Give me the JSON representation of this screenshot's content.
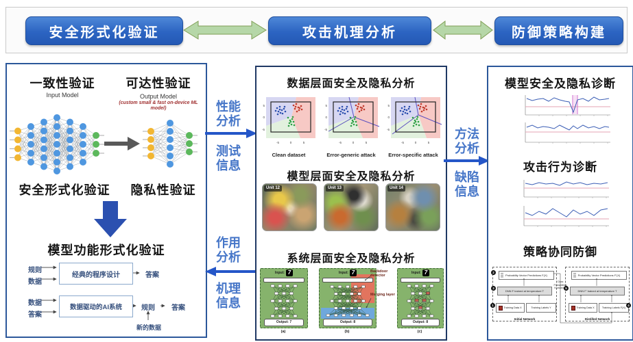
{
  "banner": {
    "box1": "安全形式化验证",
    "box2": "攻击机理分析",
    "box3": "防御策略构建"
  },
  "left": {
    "consistency": "一致性验证",
    "reachability": "可达性验证",
    "input_model": "Input Model",
    "output_model": "Output Model",
    "model_note": "(custom small & fast on-device ML model)",
    "security": "安全形式化验证",
    "privacy": "隐私性验证",
    "model_func": "模型功能形式化验证",
    "flow": {
      "rule": "规则",
      "data": "数据",
      "classic": "经典的程序设计",
      "answer": "答案",
      "data2": "数据",
      "answer2": "答案",
      "ai": "数据驱动的AI系统",
      "rule2": "规则",
      "answer3": "答案",
      "new_data": "新的数据"
    },
    "big_nn": {
      "w": 138,
      "h": 102,
      "pad": 12,
      "gap": 13,
      "r": 5,
      "stubs": true,
      "edge": "#9aa0a6",
      "layers": [
        {
          "n": 4,
          "c": "#f2b632"
        },
        {
          "n": 5,
          "c": "#4f97e0"
        },
        {
          "n": 6,
          "c": "#4f97e0"
        },
        {
          "n": 7,
          "c": "#4f97e0"
        },
        {
          "n": 6,
          "c": "#4f97e0"
        },
        {
          "n": 5,
          "c": "#4f97e0"
        },
        {
          "n": 3,
          "c": "#5cb85c"
        }
      ]
    },
    "small_nn": {
      "w": 88,
      "h": 84,
      "pad": 16,
      "gap": 12,
      "r": 5,
      "stubs": true,
      "edge": "#9aa0a6",
      "layers": [
        {
          "n": 4,
          "c": "#f2b632"
        },
        {
          "n": 6,
          "c": "#4f97e0"
        },
        {
          "n": 3,
          "c": "#5cb85c"
        }
      ]
    }
  },
  "conn_lm": {
    "perf1": "性能",
    "perf2": "分析",
    "test1": "测试",
    "test2": "信息",
    "effect1": "作用",
    "effect2": "分析",
    "mech1": "机理",
    "mech2": "信息"
  },
  "conn_mr": {
    "method1": "方法",
    "method2": "分析",
    "defect1": "缺陷",
    "defect2": "信息"
  },
  "middle": {
    "h_data": "数据层面安全及隐私分析",
    "scatter": {
      "captions": [
        "Clean dataset",
        "Error-generic attack",
        "Error-specific attack"
      ],
      "yticks": [
        "5",
        "0",
        "-5"
      ],
      "xticks": [
        "-5",
        "0",
        "5"
      ],
      "r": 1.3,
      "groups": [
        {
          "color": "#2a4fae",
          "pts": [
            [
              26,
              18
            ],
            [
              30,
              16
            ],
            [
              33,
              21
            ],
            [
              28,
              23
            ],
            [
              31,
              25
            ],
            [
              36,
              19
            ],
            [
              38,
              23
            ],
            [
              27,
              27
            ],
            [
              34,
              26
            ],
            [
              30,
              20
            ],
            [
              24,
              22
            ],
            [
              37,
              16
            ]
          ]
        },
        {
          "color": "#c0392b",
          "pts": [
            [
              50,
              14
            ],
            [
              54,
              12
            ],
            [
              57,
              17
            ],
            [
              52,
              19
            ],
            [
              58,
              21
            ],
            [
              61,
              15
            ],
            [
              55,
              23
            ],
            [
              59,
              18
            ],
            [
              53,
              16
            ],
            [
              62,
              20
            ]
          ]
        },
        {
          "color": "#2e9e44",
          "pts": [
            [
              42,
              32
            ],
            [
              45,
              36
            ],
            [
              48,
              34
            ],
            [
              44,
              40
            ],
            [
              47,
              42
            ],
            [
              50,
              38
            ],
            [
              43,
              44
            ],
            [
              49,
              31
            ],
            [
              46,
              38
            ],
            [
              51,
              43
            ]
          ]
        }
      ]
    },
    "h_model": "模型层面安全及隐私分析",
    "units": [
      "Unit 12",
      "Unit 13",
      "Unit 14"
    ],
    "h_system": "系统层面安全及隐私分析",
    "sys": {
      "input": "Input:",
      "digit": "7",
      "outputs": [
        "Output: 7",
        "Output: 8",
        "Output: 8"
      ],
      "captions": [
        "(a)",
        "(b)",
        "(c)"
      ],
      "backdoor": "Backdoor detector",
      "merging": "Merging layer",
      "nn_a": {
        "w": 60,
        "h": 56,
        "pad": 6,
        "gap": 11,
        "r": 2.2,
        "vertical": true,
        "shape": "rect",
        "edge": "#2f5132",
        "ew": 0.5,
        "nstroke": "#333",
        "layers": [
          {
            "n": 4,
            "c": "#fff"
          },
          {
            "n": 3,
            "c": "#fff"
          },
          {
            "n": 4,
            "c": "#fff"
          },
          {
            "n": 3,
            "c": "#fff"
          },
          {
            "n": 4,
            "c": "#fff"
          }
        ]
      },
      "nn_b": {
        "w": 84,
        "h": 56,
        "pad": 6,
        "gap": 12,
        "r": 2.2,
        "vertical": true,
        "shape": "rect",
        "edge": "#2f5132",
        "ew": 0.5,
        "nstroke": "#333",
        "layers": [
          {
            "n": 5,
            "c": "#fff"
          },
          {
            "n": 4,
            "c": "#fff"
          },
          {
            "n": 5,
            "c": "#fff"
          },
          {
            "n": 4,
            "c": "#fff"
          },
          {
            "n": 6,
            "c": "#fff"
          }
        ]
      },
      "nn_c": {
        "w": 60,
        "h": 56,
        "pad": 6,
        "gap": 11,
        "r": 2.2,
        "vertical": true,
        "shape": "rect",
        "edge": "#2f5132",
        "ew": 0.5,
        "nstroke": "#333",
        "layers": [
          {
            "n": 4,
            "c": "#fff"
          },
          {
            "n": 3,
            "c": "#fff"
          },
          {
            "n": 4,
            "c": "#fff"
          },
          {
            "n": 3,
            "c": "#fff"
          },
          {
            "n": 4,
            "c": "#fff"
          }
        ]
      }
    }
  },
  "right": {
    "h_diag": "模型安全及隐私诊断",
    "h_attack": "攻击行为诊断",
    "h_defense": "策略协同防御",
    "charts": {
      "c1": "10,8 18,11 26,9 34,8 42,12 50,7 58,10 66,12 72,13 78,28 84,10 92,8 100,12 108,6 116,10 124,9 130,8",
      "th1": 20,
      "c2": "10,10 18,7 26,11 34,9 42,10 50,12 58,7 66,11 72,14 78,8 84,12 92,7 100,11 108,9 116,12 124,9 130,10",
      "th2": 17,
      "c3": "10,8 20,10 30,7 40,9 50,8 60,11 70,6 80,9 90,7 100,10 110,8 120,9 130,7",
      "th3": 15,
      "c4": "10,13 20,17 30,11 40,15 50,7 60,13 70,19 80,9 90,15 100,11 110,17 120,9 130,7",
      "th4": 22
    },
    "distill": {
      "pvp_l": "Probability Vector Predictions F(X)",
      "dnn_l": "DNN F trained at temperature T",
      "tdata": "Training Data X",
      "tlabels_l": "Training Labels Y",
      "pvp_r": "Probability Vector Predictions F'(X)",
      "dnn_r": "DNN F' trained at temperature T",
      "tlabels_r": "Training Labels F(X)",
      "init": "Initial Network",
      "dist": "Distilled Network",
      "know1": "Class",
      "know2": "Probabilities",
      "know3": "Knowledge",
      "n1": "1",
      "n2": "2",
      "n3": "3",
      "n4": "4",
      "n5": "5"
    }
  }
}
